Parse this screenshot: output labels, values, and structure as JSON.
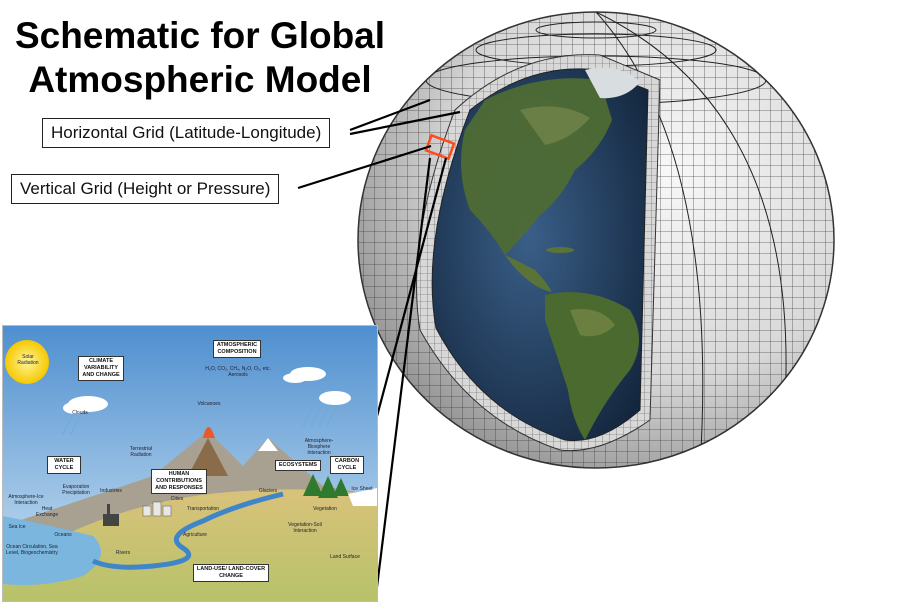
{
  "title": {
    "line1": "Schematic for Global",
    "line2": "Atmospheric Model"
  },
  "labels": {
    "horizontal_grid": "Horizontal Grid (Latitude-Longitude)",
    "vertical_grid": "Vertical Grid (Height or Pressure)"
  },
  "inset": {
    "boxes": {
      "climate": "CLIMATE VARIABILITY AND CHANGE",
      "atmospheric": "ATMOSPHERIC COMPOSITION",
      "water": "WATER CYCLE",
      "human": "HUMAN CONTRIBUTIONS AND RESPONSES",
      "ecosystems": "ECOSYSTEMS",
      "carbon": "CARBON CYCLE",
      "landuse": "LAND-USE/ LAND-COVER CHANGE"
    },
    "text": {
      "solar": "Solar Radiation",
      "formula": "H₂O, CO₂, CH₄, N₂O, O₃, etc. Aerosols",
      "clouds": "Clouds",
      "volcanoes": "Volcanoes",
      "terrestrial": "Terrestrial Radiation",
      "atm_bio": "Atmosphere-Biosphere Interaction",
      "industries": "Industries",
      "evap": "Evaporation Precipitation",
      "atm_ice": "Atmosphere-Ice Interaction",
      "heat": "Heat Exchange",
      "sea_ice": "Sea Ice",
      "oceans": "Oceans",
      "cities": "Cities",
      "transport": "Transportation",
      "glaciers": "Glaciers",
      "ice_sheet": "Ice Sheet",
      "vegetation": "Vegetation",
      "veg_soil": "Vegetation-Soil Interaction",
      "agriculture": "Agriculture",
      "ocean_circ": "Ocean Circulation, Sea Level, Biogeochemistry",
      "rivers": "Rivers",
      "land_surface": "Land Surface"
    }
  },
  "colors": {
    "grid_shell": "#e4e4e4",
    "grid_line": "#3a3a3a",
    "ocean": "#2c4a6e",
    "land": "#4e6b34",
    "highlight": "#ff4a1a"
  }
}
